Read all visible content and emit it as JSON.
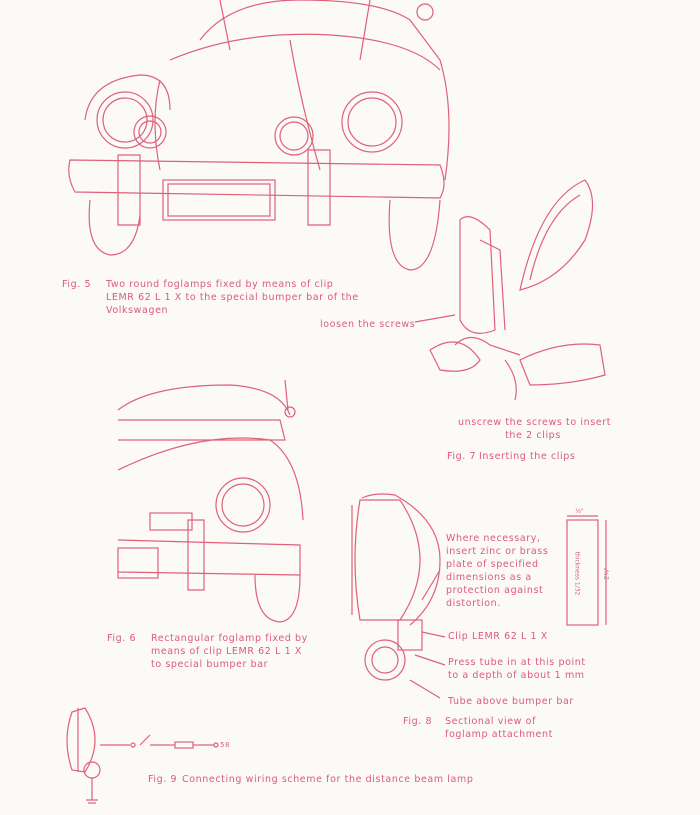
{
  "figures": {
    "fig5": {
      "label": "Fig. 5",
      "lines": [
        "Two round foglamps fixed by means of clip",
        "LEMR 62 L 1 X to the special bumper bar of the",
        "Volkswagen"
      ]
    },
    "fig7": {
      "annotation_loosen": "loosen the screws",
      "annotation_unscrew": [
        "unscrew the screws to insert",
        "the 2 clips"
      ],
      "label": "Fig. 7",
      "caption": "Inserting the clips"
    },
    "fig6": {
      "label": "Fig. 6",
      "lines": [
        "Rectangular foglamp fixed by",
        "means of clip LEMR 62 L 1 X",
        "to special bumper bar"
      ]
    },
    "fig8": {
      "note": [
        "Where necessary,",
        "insert zinc or brass",
        "plate of specified",
        "dimensions as a",
        "protection against",
        "distortion."
      ],
      "dim_width": "⅛\"",
      "dim_height": "2⅜\"",
      "dim_thickness": "thickness 1/32",
      "callout_clip": "Clip LEMR 62 L 1 X",
      "callout_press": [
        "Press tube in at this point",
        "to a depth of about 1 mm"
      ],
      "callout_tube": "Tube above bumper bar",
      "label": "Fig. 8",
      "lines": [
        "Sectional view of",
        "foglamp attachment"
      ]
    },
    "fig9": {
      "terminal": "58",
      "label": "Fig. 9",
      "caption": "Connecting wiring scheme for the distance beam lamp"
    }
  },
  "colors": {
    "ink": "#dc5a7c",
    "paper": "#fbfaf7"
  }
}
